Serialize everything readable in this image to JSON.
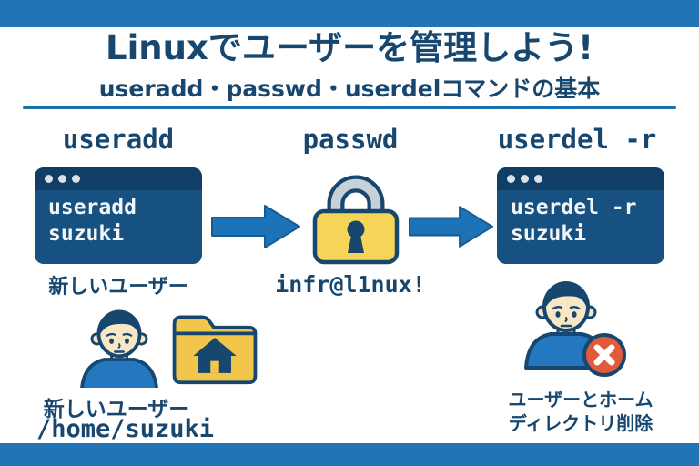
{
  "header": {
    "title": "Linuxでユーザーを管理しよう!",
    "subtitle": "useradd・passwd・userdelコマンドの基本"
  },
  "flow": {
    "step1": {
      "command": "useradd",
      "terminal": {
        "line1": "useradd",
        "line2": "suzuki"
      },
      "caption": "新しいユーザー"
    },
    "step2": {
      "command": "passwd",
      "password": "infr@l1nux!"
    },
    "step3": {
      "command": "userdel -r",
      "terminal": {
        "line1": "userdel -r",
        "line2": "suzuki"
      },
      "caption_line1": "ユーザーとホーム",
      "caption_line2": "ディレクトリ削除"
    }
  },
  "result": {
    "new_user_caption": "新しいユーザー",
    "home_directory": "/home/suzuki"
  },
  "icons": {
    "terminal_window": "terminal-window-icon",
    "window_dots": "window-dots-icon",
    "arrow_right": "arrow-right-icon",
    "padlock": "padlock-icon",
    "user_avatar": "user-avatar-icon",
    "home_folder": "home-folder-icon",
    "user_delete_badge": "delete-x-badge-icon"
  },
  "colors": {
    "bar_blue": "#2174b5",
    "navy_text": "#17476f",
    "terminal_body": "#175181",
    "terminal_header": "#113e66",
    "arrow_blue": "#1d73b8",
    "lock_yellow": "#f6d458",
    "folder_yellow": "#f2c64b",
    "skin": "#f9e6c5",
    "shirt_blue": "#2478bf",
    "delete_red": "#e4593c"
  }
}
